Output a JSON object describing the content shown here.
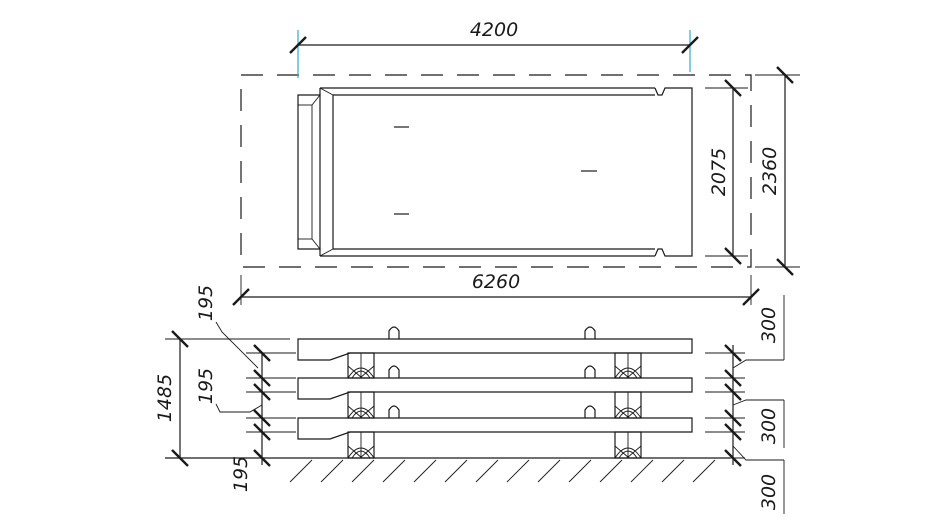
{
  "colors": {
    "line": "#1a1a1a",
    "accent": "#33aacc",
    "background": "#ffffff"
  },
  "plan": {
    "dim_length": "4200",
    "dim_inner_width": "2075",
    "dim_outer_width": "2360",
    "dim_total_length": "6260"
  },
  "elevation": {
    "dim_total_height": "1485",
    "dim_spacer_top": "195",
    "dim_spacer_middle": "195",
    "dim_spacer_bottom": "195",
    "dim_slab_top": "300",
    "dim_slab_middle": "300",
    "dim_slab_bottom": "300"
  }
}
